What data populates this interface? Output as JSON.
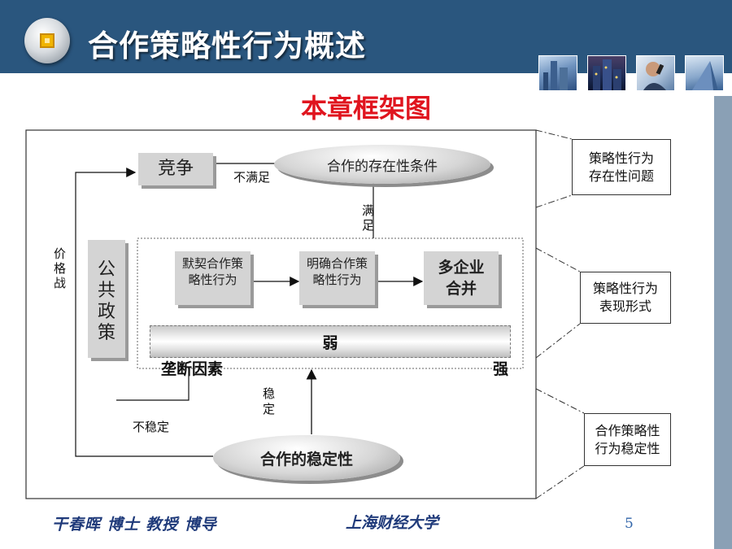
{
  "header": {
    "title": "合作策略性行为概述",
    "photos": [
      "city-building-photo",
      "city-night-photo",
      "phone-call-photo",
      "tower-photo"
    ]
  },
  "framework_title": "本章框架图",
  "diagram": {
    "competition": "竞争",
    "existence_condition": "合作的存在性条件",
    "not_satisfied": "不满足",
    "satisfied": "满足",
    "price_war": "价格战",
    "public_policy": "公共政策",
    "tacit": "默契合作策略性行为",
    "explicit": "明确合作策略性行为",
    "merger": "多企业合并",
    "weak": "弱",
    "monopoly_factors": "垄断因素",
    "strong": "强",
    "stable": "稳定",
    "unstable": "不稳定",
    "stability": "合作的稳定性"
  },
  "notes": {
    "existence_issue": "策略性行为存在性问题",
    "forms": "策略性行为表现形式",
    "stability": "合作策略性行为稳定性"
  },
  "footer": {
    "author": "干春晖 博士 教授 博导",
    "school": "上海财经大学",
    "page": "5"
  },
  "colors": {
    "header_bg": "#2a567e",
    "title_red": "#e0141e",
    "box_gray": "#d4d4d4",
    "footer_blue": "#1f3a7a"
  }
}
